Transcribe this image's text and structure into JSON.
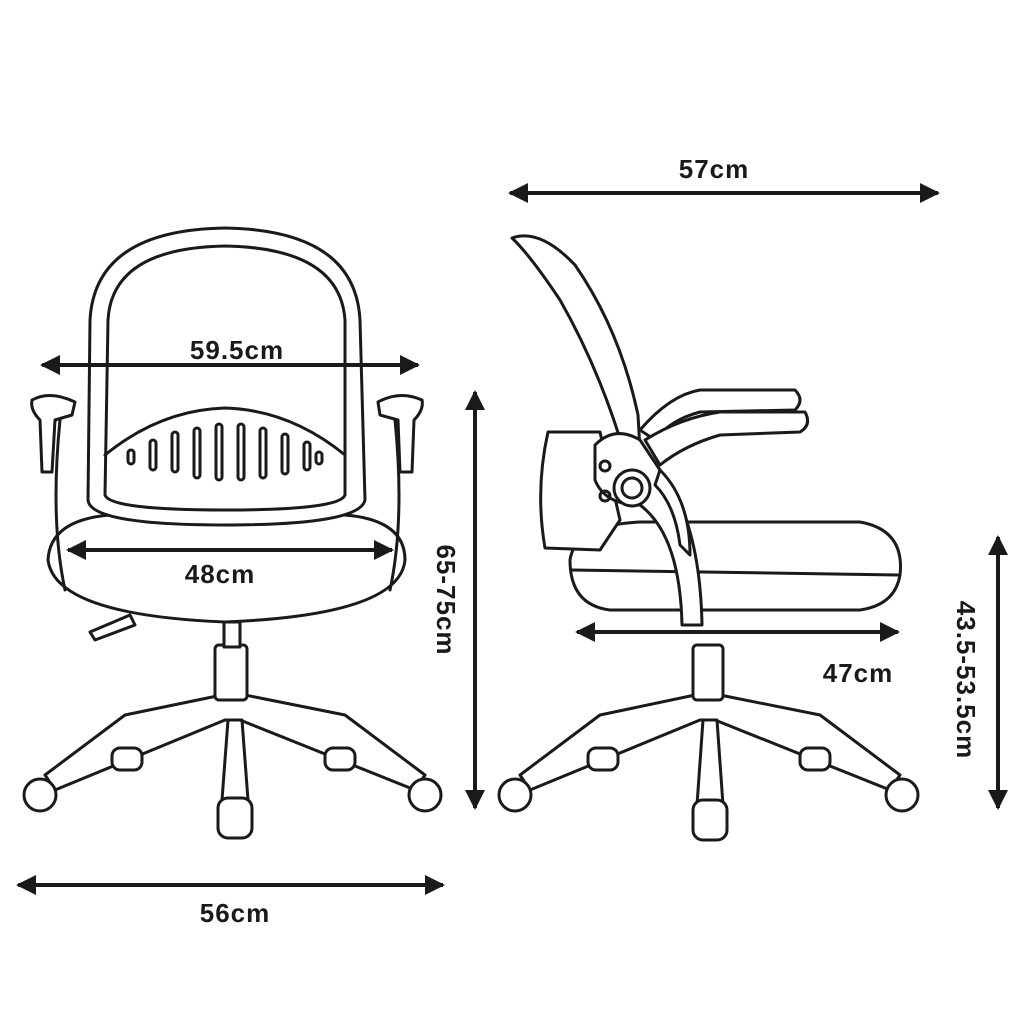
{
  "dimensions": {
    "side_depth": "57cm",
    "front_width_arms": "59.5cm",
    "seat_width": "48cm",
    "total_height": "65-75cm",
    "seat_height": "43.5-53.5cm",
    "seat_depth": "47cm",
    "base_width": "56cm"
  },
  "colors": {
    "line": "#1a1a1a",
    "background": "#ffffff"
  }
}
